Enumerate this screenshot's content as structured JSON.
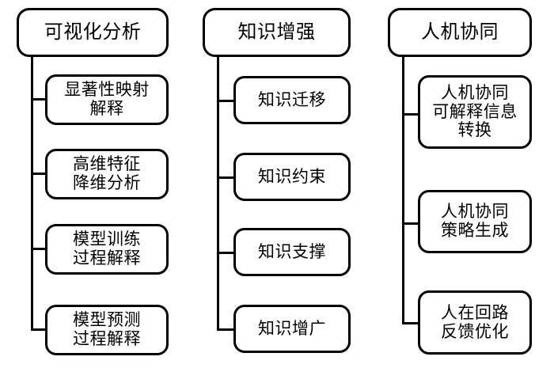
{
  "diagram": {
    "type": "tree-hierarchy",
    "title": "",
    "background_color": "#ffffff",
    "line_color": "#000000",
    "box_fill": "#ffffff",
    "columns": [
      {
        "id": "visual-analysis",
        "root": {
          "label": "可视化分析"
        },
        "children": [
          {
            "label": "显著性映射\n解释"
          },
          {
            "label": "高维特征\n降维分析"
          },
          {
            "label": "模型训练\n过程解释"
          },
          {
            "label": "模型预测\n过程解释"
          }
        ]
      },
      {
        "id": "knowledge-enhancement",
        "root": {
          "label": "知识增强"
        },
        "children": [
          {
            "label": "知识迁移"
          },
          {
            "label": "知识约束"
          },
          {
            "label": "知识支撑"
          },
          {
            "label": "知识增广"
          }
        ]
      },
      {
        "id": "human-machine-collaboration",
        "root": {
          "label": "人机协同"
        },
        "children": [
          {
            "label": "人机协同\n可解释信息\n转换"
          },
          {
            "label": "人机协同\n策略生成"
          },
          {
            "label": "人在回路\n反馈优化"
          }
        ]
      }
    ]
  }
}
